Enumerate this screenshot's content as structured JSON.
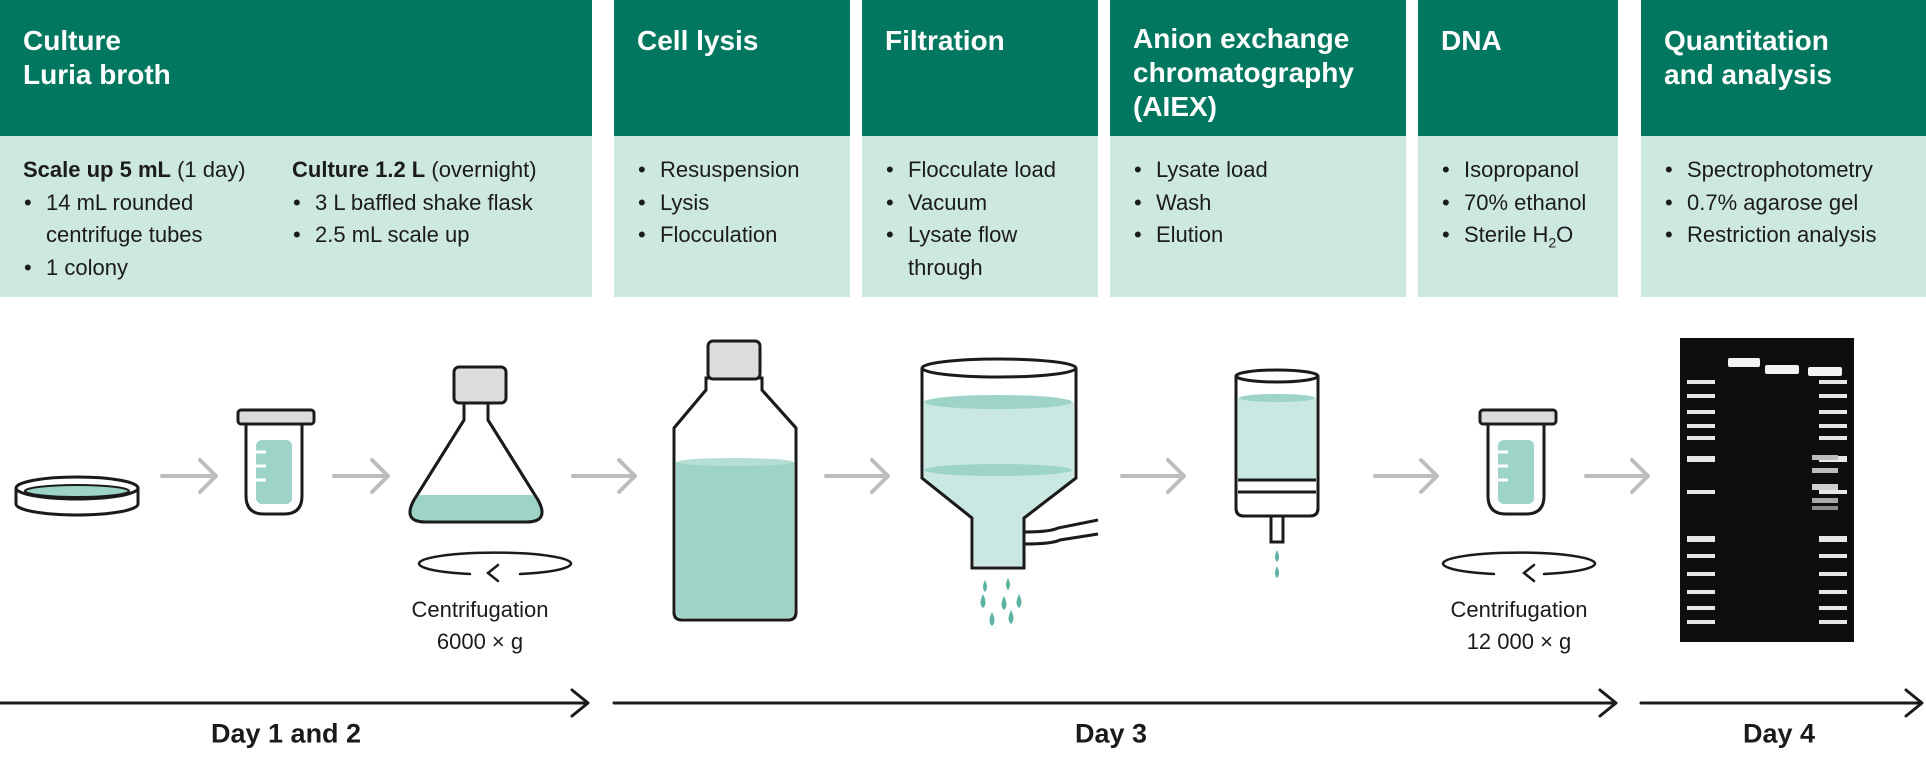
{
  "columns": [
    {
      "title_lines": [
        "Culture",
        "Luria broth"
      ],
      "subcolumns": [
        {
          "heading_bold": "Scale up 5 mL",
          "heading_rest": " (1 day)",
          "items": [
            "14 mL rounded centrifuge tubes",
            "1 colony"
          ]
        },
        {
          "heading_bold": "Culture 1.2 L",
          "heading_rest": " (overnight)",
          "items": [
            "3 L baffled shake flask",
            "2.5 mL scale up"
          ]
        }
      ]
    },
    {
      "title_lines": [
        "Cell lysis"
      ],
      "items": [
        "Resuspension",
        "Lysis",
        "Flocculation"
      ]
    },
    {
      "title_lines": [
        "Filtration"
      ],
      "items": [
        "Flocculate load",
        "Vacuum",
        "Lysate flow through"
      ]
    },
    {
      "title_lines": [
        "Anion exchange",
        "chromatography",
        "(AIEX)"
      ],
      "items": [
        "Lysate load",
        "Wash",
        "Elution"
      ]
    },
    {
      "title_lines": [
        "DNA"
      ],
      "items": [
        "Isopropanol",
        "70% ethanol",
        "Sterile H",
        "2",
        "O"
      ]
    },
    {
      "title_lines": [
        "Quantitation",
        "and analysis"
      ],
      "items": [
        "Spectrophotometry",
        "0.7% agarose gel",
        "Restriction analysis"
      ]
    }
  ],
  "captions": {
    "centrifugation_1": [
      "Centrifugation",
      "6000 × g"
    ],
    "centrifugation_2": [
      "Centrifugation",
      "12 000 × g"
    ]
  },
  "days": [
    "Day 1 and 2",
    "Day 3",
    "Day 4"
  ],
  "colors": {
    "header": "#00775e",
    "body": "#cde7e1",
    "liquid": "#9ed4c8",
    "arrow": "#bdbdbd",
    "outline": "#1b1b1b"
  },
  "icons": [
    "petri-dish-icon",
    "tube-icon",
    "shake-flask-icon",
    "bottle-icon",
    "vacuum-funnel-icon",
    "aiex-column-icon",
    "tube-icon",
    "agarose-gel-icon",
    "rotation-icon",
    "process-arrow-icon"
  ]
}
